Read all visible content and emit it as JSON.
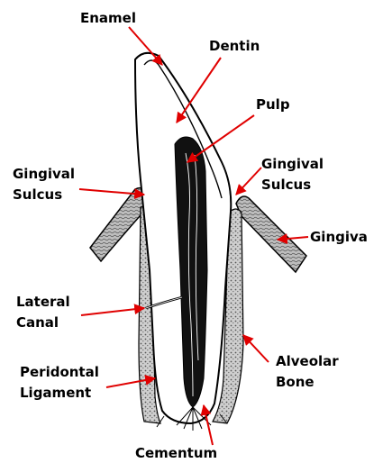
{
  "colors": {
    "arrow": "#e00000",
    "outline": "#000000",
    "pulp": "#111111",
    "ligament": "#b0b0b0",
    "background": "#ffffff"
  },
  "labels": {
    "enamel": "Enamel",
    "dentin": "Dentin",
    "pulp": "Pulp",
    "gingival_sulcus_left_line1": "Gingival",
    "gingival_sulcus_left_line2": "Sulcus",
    "gingival_sulcus_right_line1": "Gingival",
    "gingival_sulcus_right_line2": "Sulcus",
    "gingiva": "Gingiva",
    "lateral_canal_line1": "Lateral",
    "lateral_canal_line2": "Canal",
    "alveolar_bone_line1": "Alveolar",
    "alveolar_bone_line2": "Bone",
    "peridontal_ligament_line1": "Peridontal",
    "peridontal_ligament_line2": "Ligament",
    "cementum": "Cementum"
  }
}
